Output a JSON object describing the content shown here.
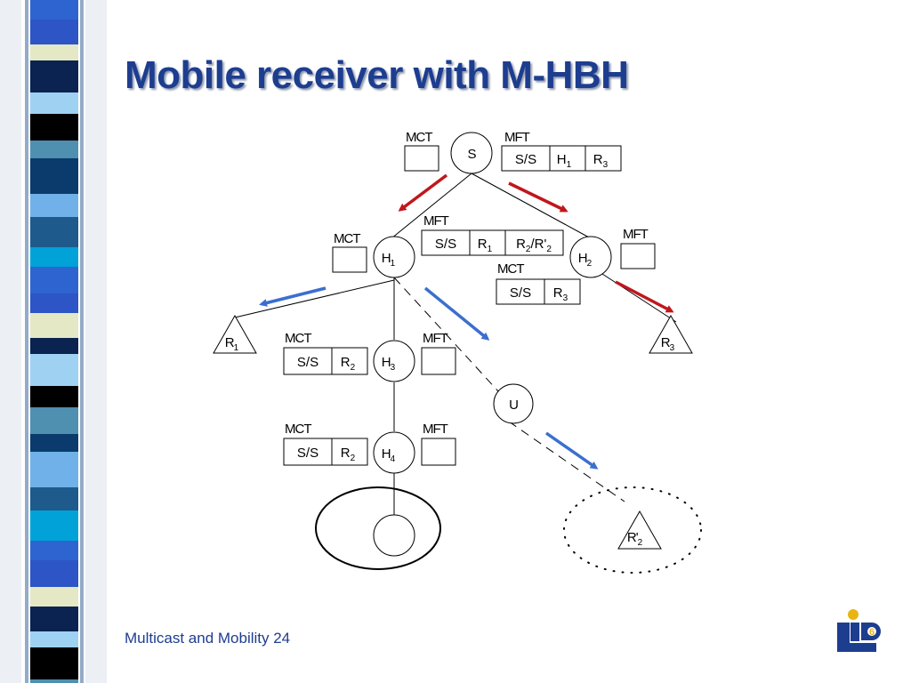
{
  "slide": {
    "title": "Mobile receiver with M-HBH",
    "footer": "Multicast and Mobility 24"
  },
  "colors": {
    "title": "#1d3d8f",
    "red_arrow": "#c0171c",
    "blue_arrow": "#3b6fcf"
  },
  "labels": {
    "mct": "MCT",
    "mft": "MFT"
  },
  "nodes": {
    "S": {
      "main": "S",
      "sub": ""
    },
    "H1": {
      "main": "H",
      "sub": "1"
    },
    "H2": {
      "main": "H",
      "sub": "2"
    },
    "H3": {
      "main": "H",
      "sub": "3"
    },
    "H4": {
      "main": "H",
      "sub": "4"
    },
    "U": {
      "main": "U",
      "sub": ""
    },
    "R1": {
      "main": "R",
      "sub": "1"
    },
    "R3": {
      "main": "R",
      "sub": "3"
    },
    "R2p": {
      "main": "R'",
      "sub": "2"
    }
  },
  "tables": {
    "S_mft": [
      "S/S",
      "H",
      "1",
      "R",
      "3"
    ],
    "H1_mft": [
      "S/S",
      "R",
      "1",
      "R",
      "2",
      "/R'",
      "2"
    ],
    "H2_mct": [
      "S/S",
      "R",
      "3"
    ],
    "H3_mct": [
      "S/S",
      "R",
      "2"
    ],
    "H4_mct": [
      "S/S",
      "R",
      "2"
    ]
  },
  "logo": {
    "text": "LIP",
    "number": "6"
  }
}
